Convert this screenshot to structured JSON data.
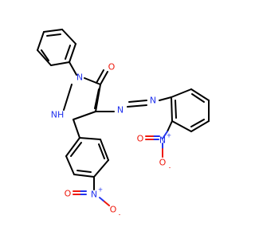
{
  "colors": {
    "background": "#ffffff",
    "carbon_bond": "#000000",
    "nitrogen": "#2233ee",
    "oxygen": "#ee1a0e"
  },
  "atom_labels": {
    "n1": "N",
    "nh": "NH",
    "o_carbonyl": "O",
    "n_azo_1": "N",
    "n_azo_2": "N",
    "n_nitro_top": "N",
    "n_nitro_top_charge": "+",
    "o_nitro_top_double": "O",
    "o_nitro_top_single": "O",
    "o_nitro_top_charge": "-",
    "n_nitro_bottom": "N",
    "n_nitro_bottom_charge": "+",
    "o_nitro_bottom_double": "O",
    "o_nitro_bottom_single": "O",
    "o_nitro_bottom_charge": "-"
  }
}
